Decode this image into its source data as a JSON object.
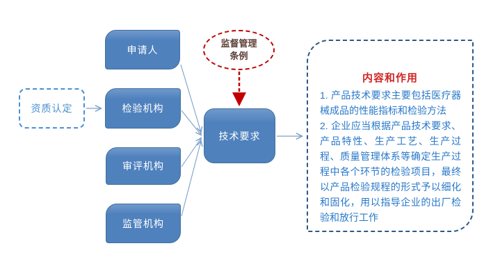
{
  "diagram": {
    "nodes": {
      "qualification": {
        "label": "资质认定"
      },
      "applicant": {
        "label": "申请人"
      },
      "inspection": {
        "label": "检验机构"
      },
      "review": {
        "label": "审评机构"
      },
      "regulator": {
        "label": "监管机构"
      },
      "technical": {
        "label": "技术要求"
      },
      "regulation": {
        "label": "监督管理条例",
        "line1": "监督管理",
        "line2": "条例"
      }
    },
    "panel": {
      "title": "内容和作用",
      "items": [
        "1. 产品技术要求主要包括医疗器械成品的性能指标和检验方法",
        "2. 企业应当根据产品技术要求、产品特性、生产工艺、生产过程、质量管理体系等确定生产过程中各个环节的检验项目，最终以产品检验规程的形式予以细化和固化，用以指导企业的出厂检验和放行工作"
      ]
    },
    "colors": {
      "node_fill": "#4f81bd",
      "node_border": "#41719c",
      "node_text": "#ffffff",
      "connector_blue": "#7da0cc",
      "left_dashed_blue": "#4a90d2",
      "panel_dashed_navy": "#2d5986",
      "red_accent": "#c00000",
      "ellipse_text": "#5e4038",
      "panel_title_red": "#d02525",
      "panel_body_blue": "#2878c8"
    }
  }
}
